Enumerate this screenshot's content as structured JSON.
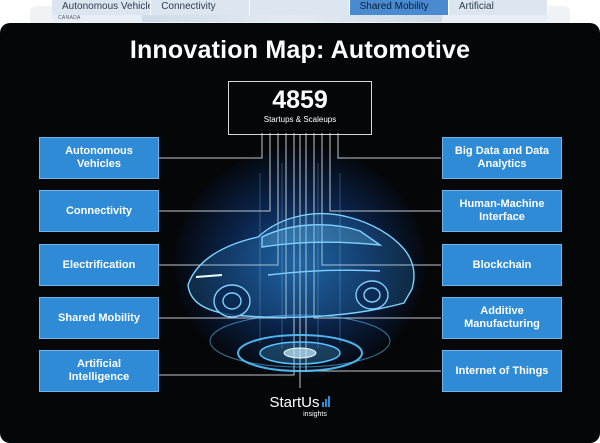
{
  "background_tabs": [
    "Autonomous Vehicles",
    "Connectivity",
    "",
    "Shared Mobility",
    "Artificial"
  ],
  "background_map_label": "CANADA",
  "title": "Innovation Map: Automotive",
  "count": {
    "value": "4859",
    "label": "Startups & Scaleups"
  },
  "left_items": [
    "Autonomous Vehicles",
    "Connectivity",
    "Electrification",
    "Shared Mobility",
    "Artificial Intelligence"
  ],
  "right_items": [
    "Big Data and Data Analytics",
    "Human-Machine Interface",
    "Blockchain",
    "Additive Manufacturing",
    "Internet of Things"
  ],
  "logo": {
    "name": "StartUs",
    "sub": "insights"
  },
  "colors": {
    "card_background": "#050608",
    "box_blue": "#2f8bd6",
    "glow_blue": "#2896ff",
    "line_gray": "#bfc6cc"
  }
}
